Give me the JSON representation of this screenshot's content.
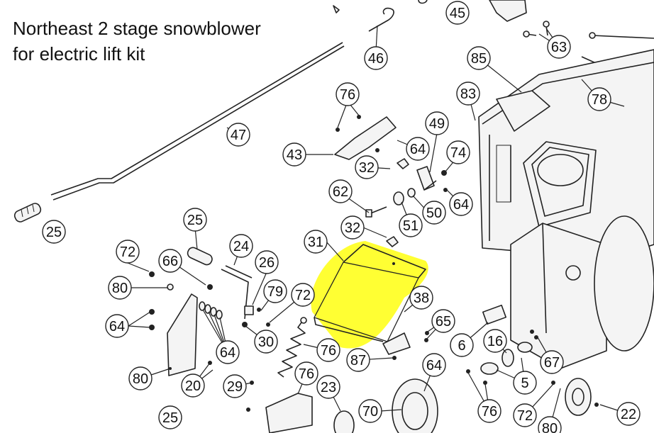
{
  "title": {
    "line1": "Northeast 2 stage snowblower",
    "line2": "for electric lift kit"
  },
  "highlight_color": "#ffff33",
  "callouts": [
    "45",
    "46",
    "63",
    "47",
    "85",
    "78",
    "83",
    "76",
    "43",
    "64",
    "49",
    "74",
    "32",
    "62",
    "50",
    "64",
    "25",
    "51",
    "31",
    "32",
    "25",
    "24",
    "72",
    "66",
    "26",
    "38",
    "72",
    "79",
    "80",
    "64",
    "64",
    "65",
    "30",
    "76",
    "87",
    "6",
    "16",
    "80",
    "20",
    "76",
    "67",
    "29",
    "64",
    "23",
    "5",
    "25",
    "70",
    "76",
    "72",
    "22",
    "80"
  ]
}
